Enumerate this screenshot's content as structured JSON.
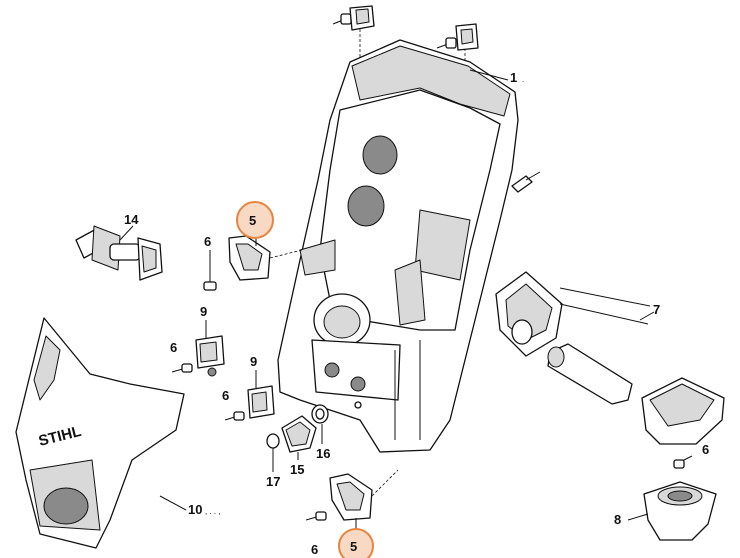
{
  "callouts": {
    "c1": "1",
    "c5a": "5",
    "c5b": "5",
    "c6a": "6",
    "c6b": "6",
    "c6c": "6",
    "c6d": "6",
    "c6e": "6",
    "c7": "7",
    "c8": "8",
    "c9a": "9",
    "c9b": "9",
    "c10": "10",
    "c14": "14",
    "c15": "15",
    "c16": "16",
    "c17": "17"
  },
  "brand_logo_text": "STIHL",
  "colors": {
    "highlight_fill": "#f7d9c4",
    "highlight_stroke": "#e8843f",
    "line": "#111111"
  }
}
